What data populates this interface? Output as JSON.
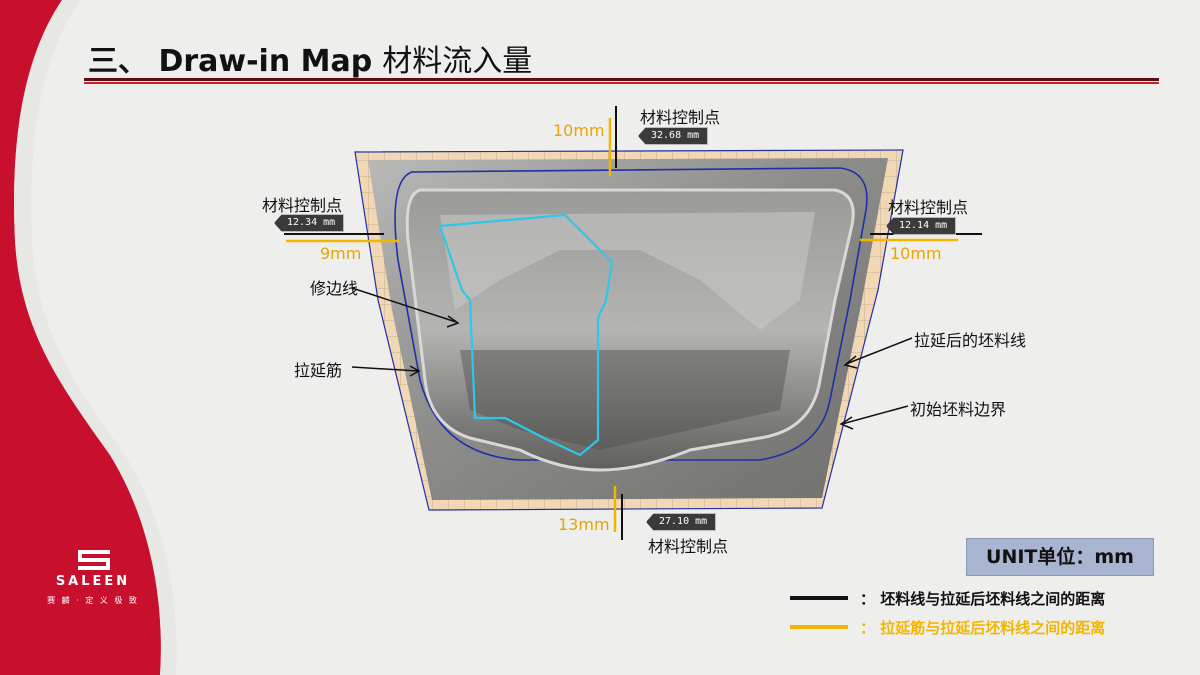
{
  "header": {
    "title_en": "三、 Draw-in Map",
    "title_cn": "材料流入量"
  },
  "annotations": {
    "control_point_top": "材料控制点",
    "control_point_left": "材料控制点",
    "control_point_right": "材料控制点",
    "control_point_bottom": "材料控制点",
    "trim_line": "修边线",
    "draw_bead": "拉延筋",
    "stretched_blank_line": "拉延后的坯料线",
    "initial_blank_boundary": "初始坯料边界"
  },
  "measurements": {
    "top_tag": "32.68 mm",
    "left_tag": "12.34 mm",
    "right_tag": "12.14 mm",
    "bottom_tag": "27.10 mm",
    "top_bead": "10mm",
    "left_bead": "9mm",
    "right_bead": "10mm",
    "bottom_bead": "13mm"
  },
  "unit_box": "UNIT单位：mm",
  "legend": {
    "black_label": "：  坯料线与拉延后坯料线之间的距离",
    "orange_label": "：  拉延筋与拉延后坯料线之间的距离",
    "black_color": "#111111",
    "orange_color": "#f2b600"
  },
  "logo": {
    "brand": "SALEEN",
    "slogan": "赛 麟 · 定 义 极 致"
  },
  "colors": {
    "accent_red": "#c8102e",
    "rule_dark": "#5a0e12",
    "trim_line": "#2ec7e8",
    "blank_line": "#1f2fa8"
  }
}
